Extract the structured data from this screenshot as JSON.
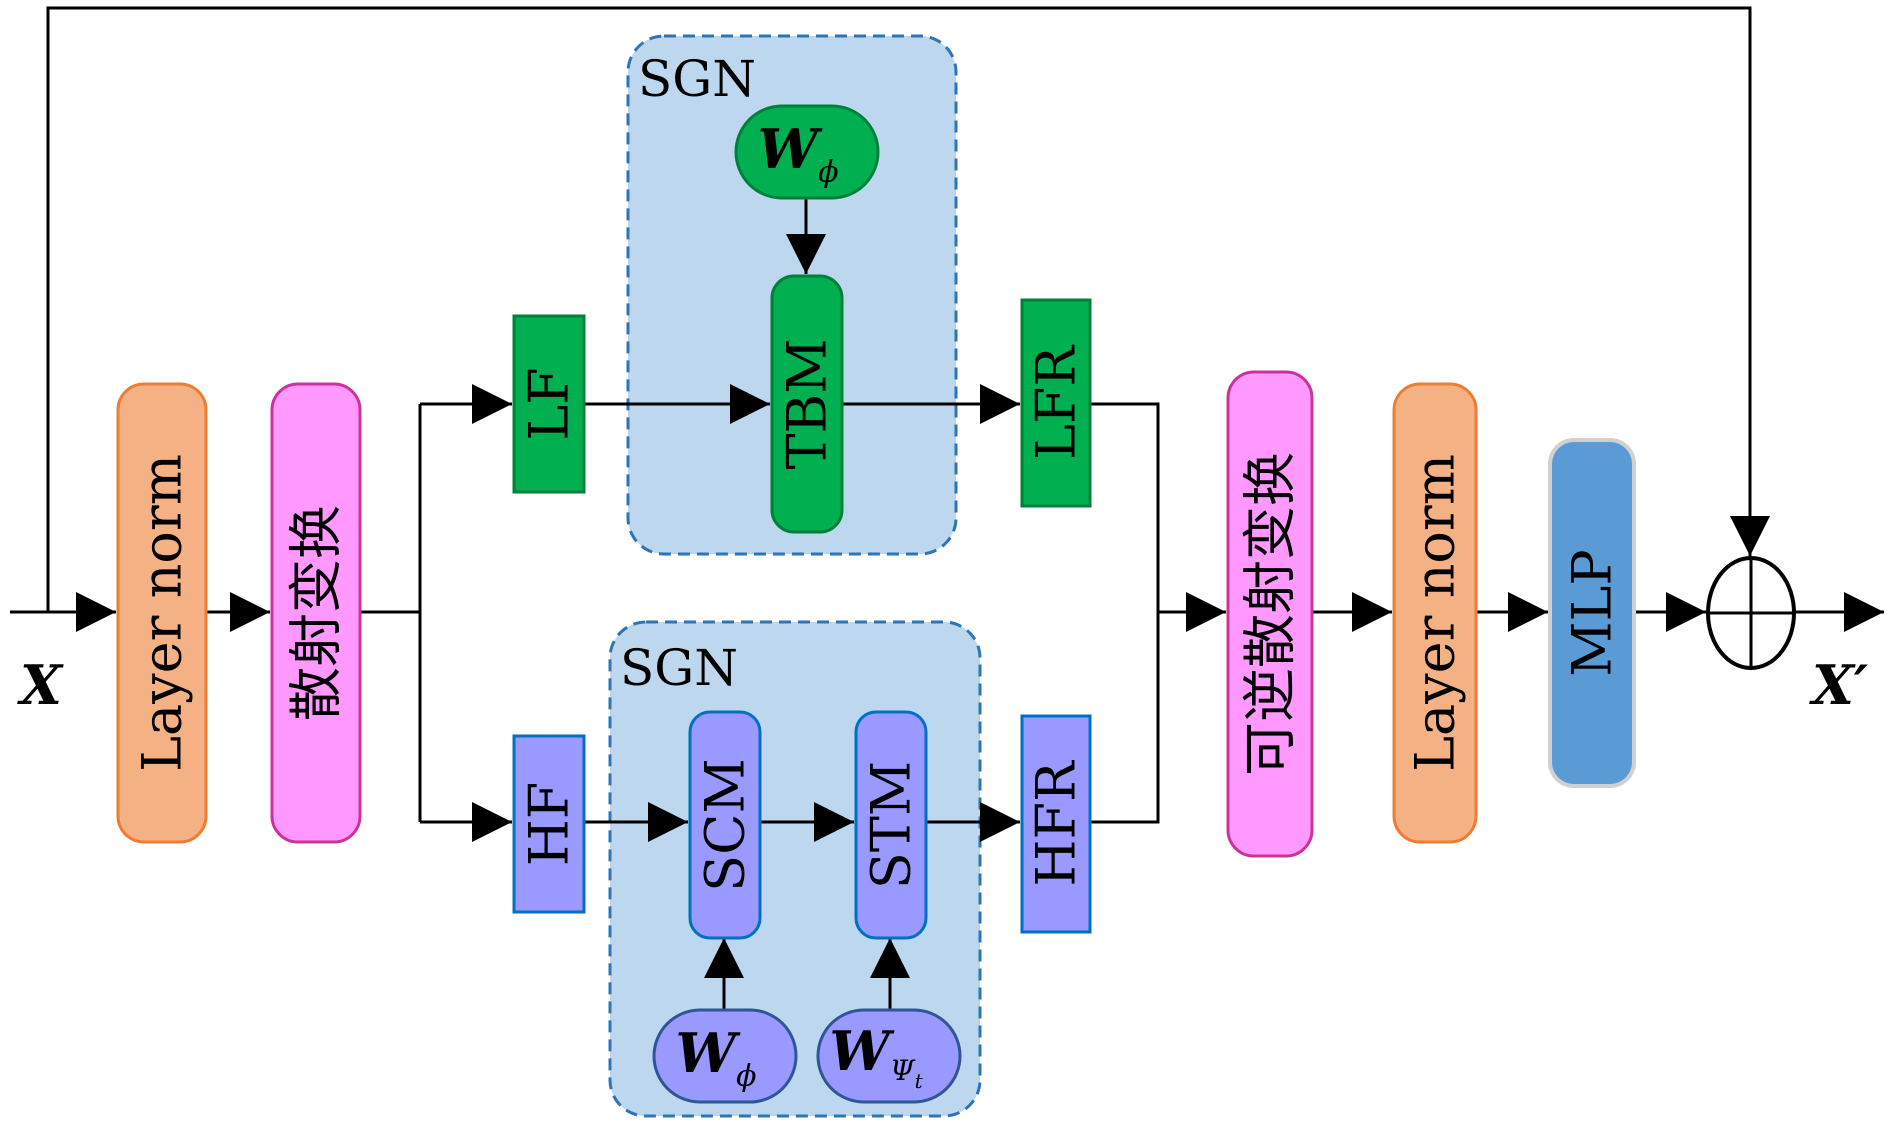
{
  "input_label": "X",
  "output_label": "X′",
  "blocks": {
    "layer_norm_1": "Layer norm",
    "scatter_transform": "散射变换",
    "lf": "LF",
    "hf": "HF",
    "tbm": "TBM",
    "scm": "SCM",
    "stm": "STM",
    "lfr": "LFR",
    "hfr": "HFR",
    "inverse_scatter_transform": "可逆散射变换",
    "layer_norm_2": "Layer norm",
    "mlp": "MLP"
  },
  "sgn_top": {
    "title": "SGN",
    "weight": {
      "base": "W",
      "sub": "ϕ"
    }
  },
  "sgn_bottom": {
    "title": "SGN",
    "weight_1": {
      "base": "W",
      "sub": "ϕ"
    },
    "weight_2": {
      "base": "W",
      "sub": "Ψ",
      "subsub": "t"
    }
  },
  "colors": {
    "layer_norm_fill": "#f4b183",
    "layer_norm_stroke": "#ed7d31",
    "scatter_fill": "#ff99ff",
    "scatter_stroke": "#cc3399",
    "green_fill": "#00b050",
    "green_stroke": "#00803a",
    "blue_fill": "#9999ff",
    "blue_stroke": "#0070c0",
    "mlp_fill": "#5b9bd5",
    "mlp_stroke": "#d0d0d0",
    "sgn_fill": "#bdd7ee",
    "sgn_stroke": "#2e75b6"
  }
}
